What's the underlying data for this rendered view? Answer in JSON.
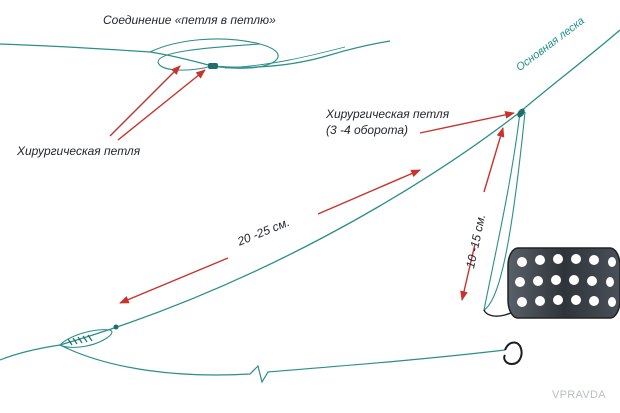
{
  "labels": {
    "loop_to_loop": "Соединение «петля в петлю»",
    "surgical_loop_left": "Хирургическая петля",
    "surgical_loop_right_1": "Хирургическая петля",
    "surgical_loop_right_2": "(3 -4 оборота)",
    "main_line": "Основная леска",
    "dist_leader": "20 -25 см.",
    "dist_feeder": "10 -15 см.",
    "watermark": "VPRAVDA"
  },
  "colors": {
    "line": "#2a8f8a",
    "arrow": "#c8332d",
    "feeder": "#3a3f46"
  }
}
